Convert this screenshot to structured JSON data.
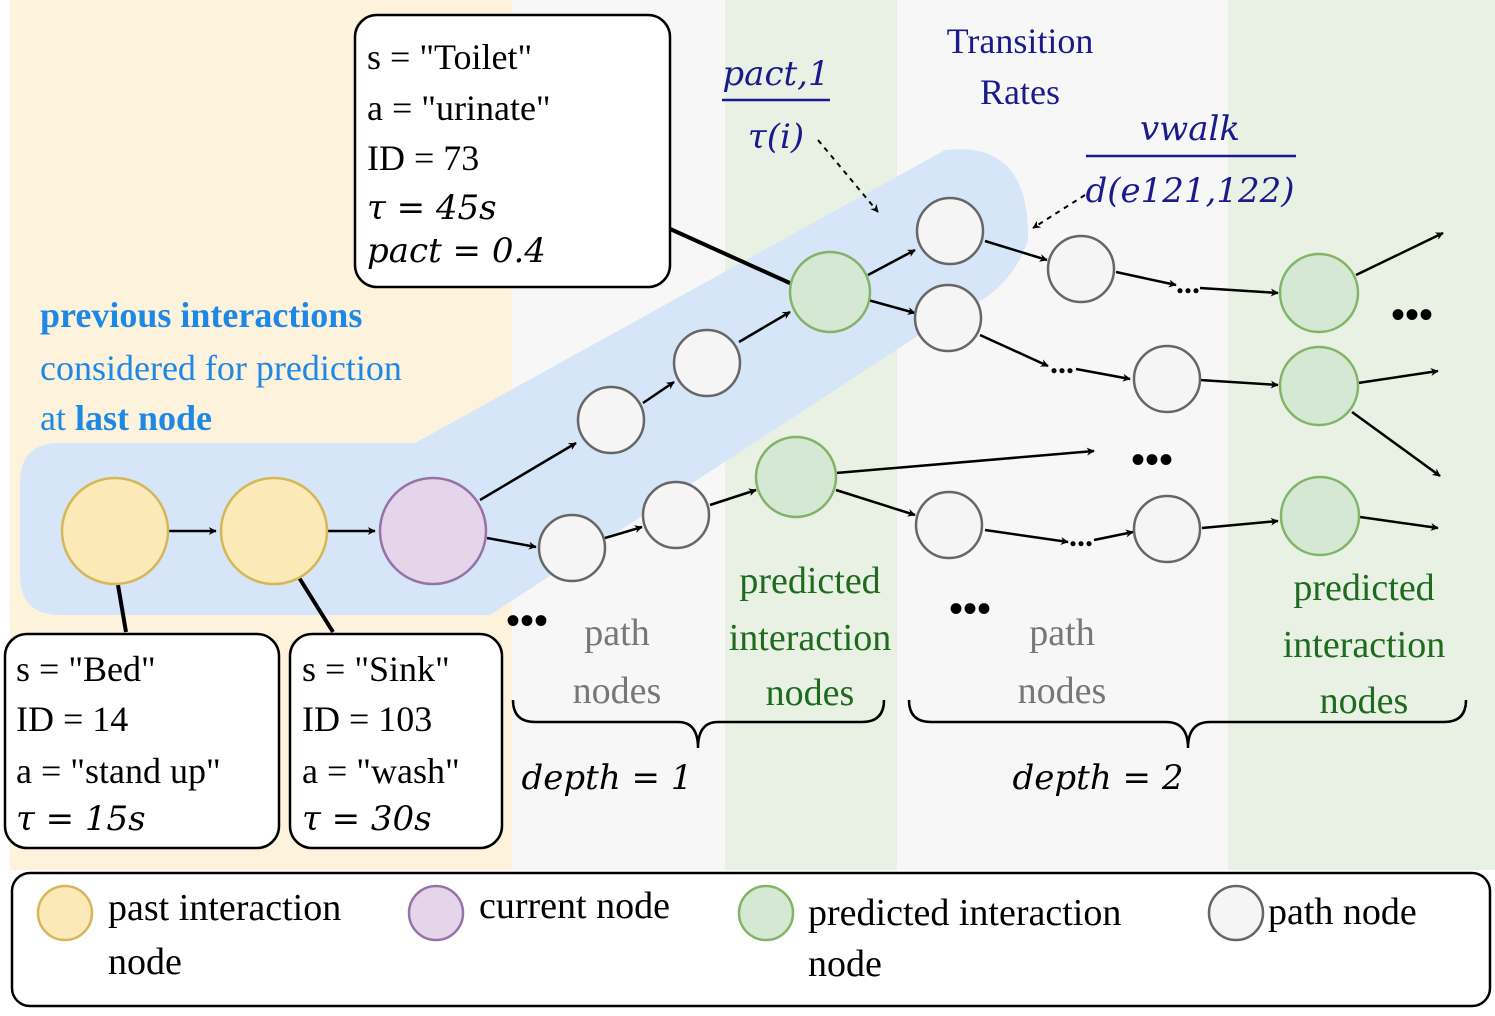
{
  "colors": {
    "past_bg": "#fdf2dc",
    "path_bg": "#f7f7f7",
    "pred_bg": "#e8f1e4",
    "highlight": "#d6e6f8",
    "past_node": "#fce9b8",
    "past_stroke": "#d6b656",
    "current_node": "#e5d5ea",
    "current_stroke": "#9673a6",
    "pred_node": "#d5e8d4",
    "pred_stroke": "#82b366",
    "path_node": "#f5f5f5",
    "path_stroke": "#666666",
    "blue_text": "#1e88e5",
    "navy_text": "#1a1a8c",
    "green_text": "#1e6b1e",
    "gray_text": "#777777"
  },
  "info_boxes": {
    "toilet": {
      "s": "s = \"Toilet\"",
      "a": "a = \"urinate\"",
      "id": "ID = 73",
      "tau": "τ = 45s",
      "pact": "pact = 0.4"
    },
    "bed": {
      "s": "s = \"Bed\"",
      "id": "ID = 14",
      "a": "a = \"stand up\"",
      "tau": "τ = 15s"
    },
    "sink": {
      "s": "s = \"Sink\"",
      "id": "ID = 103",
      "a": "a = \"wash\"",
      "tau": "τ = 30s"
    }
  },
  "labels": {
    "prev_bold": "previous interactions",
    "prev_line2": "considered for prediction",
    "prev_at": "at",
    "prev_last": "last node",
    "transition_1": "Transition",
    "transition_2": "Rates",
    "path_1": "path",
    "path_2": "nodes",
    "pred_1": "predicted",
    "pred_2": "interaction",
    "pred_3": "nodes",
    "ellipsis": "•••",
    "dots": "...",
    "depth1": "depth = 1",
    "depth2": "depth = 2"
  },
  "formulas": {
    "f1_num": "pact,1",
    "f1_den": "τ(i)",
    "f2_num": "vwalk",
    "f2_den": "d(e121,122)"
  },
  "legend": {
    "past_1": "past interaction",
    "past_2": "node",
    "current": "current node",
    "pred_1": "predicted interaction",
    "pred_2": "node",
    "path": "path node"
  }
}
